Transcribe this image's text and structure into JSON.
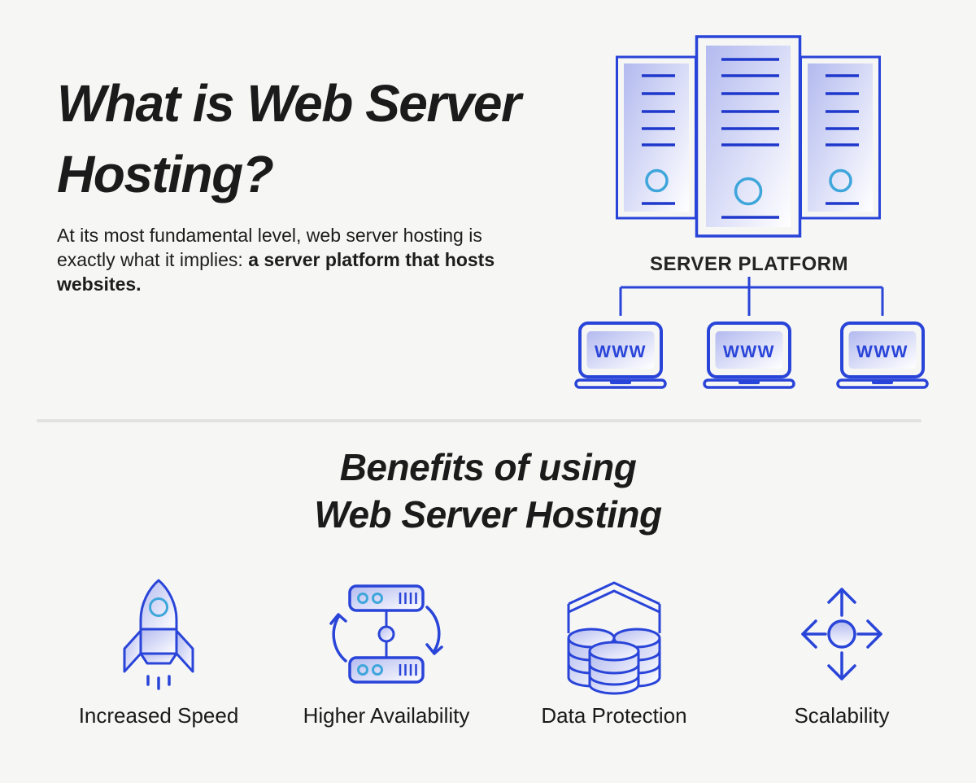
{
  "colors": {
    "background": "#f6f6f5",
    "accent_blue": "#2944d8",
    "detail_blue": "#1f38cc",
    "cyan": "#3fa6db",
    "panel_gradient_start": "#b3baef",
    "panel_gradient_end": "#ffffff",
    "heading_text": "#1b1b1b",
    "divider": "#e2e2e2"
  },
  "intro": {
    "title_line1": "What is Web Server",
    "title_line2": "Hosting?",
    "body_regular": "At its most fundamental level, web server hosting is exactly what it implies: ",
    "body_bold": "a server platform that hosts websites."
  },
  "diagram": {
    "server_label": "SERVER PLATFORM",
    "laptops": [
      {
        "label": "WWW"
      },
      {
        "label": "WWW"
      },
      {
        "label": "WWW"
      }
    ]
  },
  "benefits": {
    "title_line1": "Benefits of using",
    "title_line2": "Web Server Hosting",
    "items": [
      {
        "icon": "rocket-icon",
        "label": "Increased Speed"
      },
      {
        "icon": "synced-servers-icon",
        "label": "Higher Availability"
      },
      {
        "icon": "database-shield-icon",
        "label": "Data Protection"
      },
      {
        "icon": "expand-arrows-icon",
        "label": "Scalability"
      }
    ]
  }
}
